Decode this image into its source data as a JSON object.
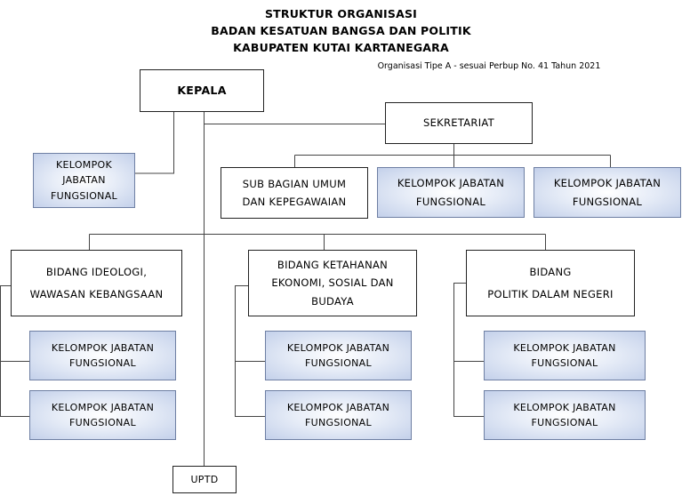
{
  "header": {
    "title_line1": "STRUKTUR ORGANISASI",
    "title_line2": "BADAN KESATUAN BANGSA DAN POLITIK",
    "title_line3": "KABUPATEN KUTAI KARTANEGARA",
    "note": "Organisasi Tipe A - sesuai Perbup No. 41 Tahun 2021"
  },
  "units": {
    "kepala": "KEPALA",
    "kjf_kepala": "KELOMPOK\nJABATAN\nFUNGSIONAL",
    "sekretariat": "SEKRETARIAT",
    "subbag_umum": "SUB BAGIAN UMUM\nDAN KEPEGAWAIAN",
    "sek_kjf_1": "KELOMPOK JABATAN\nFUNGSIONAL",
    "sek_kjf_2": "KELOMPOK JABATAN\nFUNGSIONAL",
    "bidang_1": "BIDANG IDEOLOGI,\nWAWASAN KEBANGSAAN",
    "bidang_2": "BIDANG KETAHANAN\nEKONOMI, SOSIAL DAN\nBUDAYA",
    "bidang_3": "BIDANG\nPOLITIK DALAM NEGERI",
    "b1_kjf_1": "KELOMPOK JABATAN\nFUNGSIONAL",
    "b1_kjf_2": "KELOMPOK JABATAN\nFUNGSIONAL",
    "b2_kjf_1": "KELOMPOK JABATAN\nFUNGSIONAL",
    "b2_kjf_2": "KELOMPOK JABATAN\nFUNGSIONAL",
    "b3_kjf_1": "KELOMPOK JABATAN\nFUNGSIONAL",
    "b3_kjf_2": "KELOMPOK JABATAN\nFUNGSIONAL",
    "uptd": "UPTD"
  },
  "colors": {
    "line": "#333333",
    "kjf_fill": "#c3d0ea",
    "kjf_border": "#6e7fa3"
  }
}
